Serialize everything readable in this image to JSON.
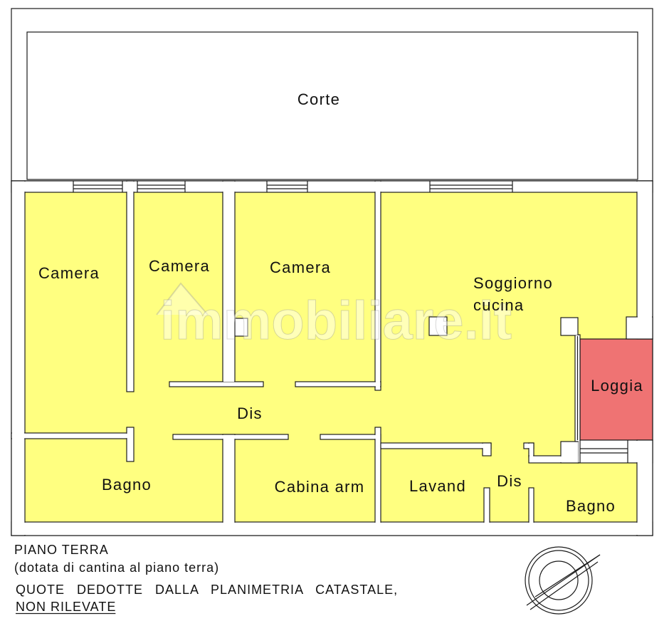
{
  "plan": {
    "courtyard": "Corte",
    "watermark": "immobiliare.it",
    "rooms": {
      "camera_left": "Camera",
      "camera_middle": "Camera",
      "camera_right": "Camera",
      "soggiorno_cucina": [
        "Soggiorno",
        "cucina"
      ],
      "loggia": "Loggia",
      "dis_corridor": "Dis",
      "bagno_left": "Bagno",
      "cabina_arm": "Cabina arm",
      "lavand": "Lavand",
      "dis_small": "Dis",
      "bagno_right": "Bagno"
    }
  },
  "notes": {
    "floor": "PIANO TERRA",
    "cellar": "(dotata di cantina al piano terra)",
    "survey_line1": "QUOTE DEDOTTE DALLA PLANIMETRIA CATASTALE,",
    "survey_line2": "NON RILEVATE"
  },
  "colors": {
    "line": "#1a1a1a",
    "room_fill": "#ffff80",
    "loggia_fill": "#ef7373",
    "text": "#111111"
  },
  "icons": {
    "compass": "north-arrow-icon"
  }
}
